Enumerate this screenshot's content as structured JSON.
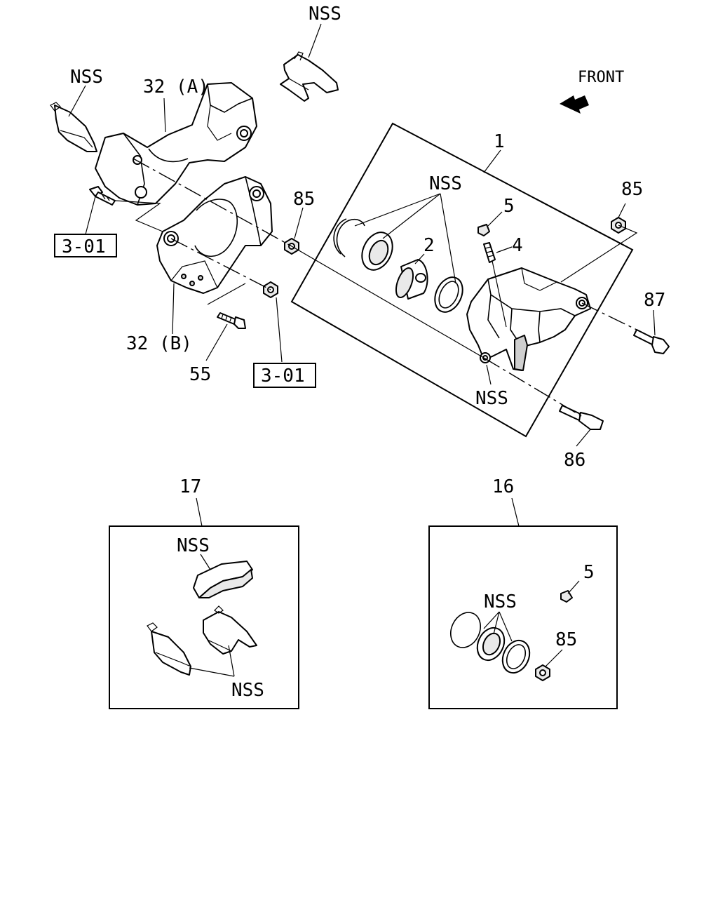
{
  "labels": {
    "nss_top": "NSS",
    "nss_topleft": "NSS",
    "part_32a": "32 (A)",
    "part_32b": "32 (B)",
    "front": "FRONT",
    "part_1": "1",
    "part_2": "2",
    "part_4": "4",
    "part_5": "5",
    "nss_seals": "NSS",
    "part_85_left": "85",
    "part_85_right": "85",
    "part_87": "87",
    "part_86": "86",
    "nss_caliper": "NSS",
    "part_55": "55",
    "ref_3_01_left": "3-01",
    "ref_3_01_bottom": "3-01",
    "kit_17": "17",
    "kit_17_nss_pad": "NSS",
    "kit_17_nss_clips": "NSS",
    "kit_16": "16",
    "kit_16_nss": "NSS",
    "kit_16_part_5": "5",
    "kit_16_part_85": "85"
  },
  "icons": {
    "front_arrow": "front-direction-arrow-icon"
  }
}
